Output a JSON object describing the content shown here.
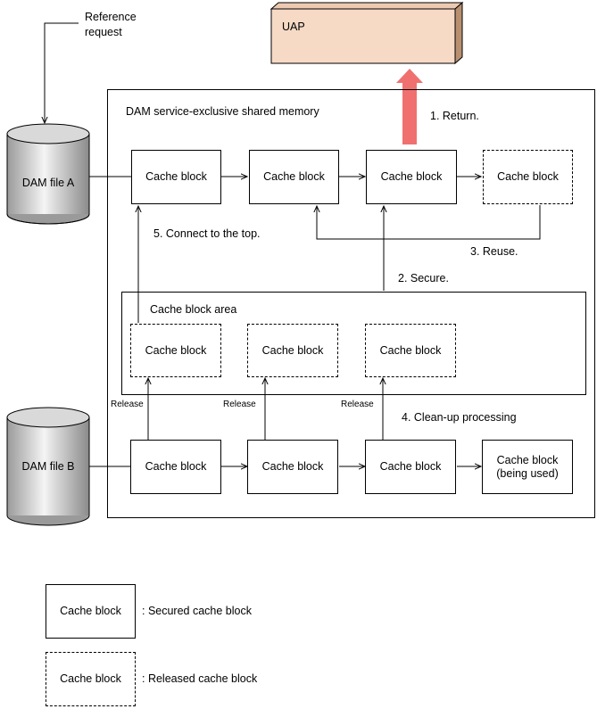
{
  "reference_request": [
    "Reference",
    "request"
  ],
  "uap_label": "UAP",
  "shared_memory_label": "DAM service-exclusive shared memory",
  "dam_file_a": "DAM file A",
  "dam_file_b": "DAM file B",
  "cache_block_area_label": "Cache block area",
  "row_a": {
    "blocks": [
      "Cache block",
      "Cache block",
      "Cache block",
      "Cache block"
    ],
    "styles": [
      "secured",
      "secured",
      "secured",
      "released"
    ]
  },
  "area_row": {
    "blocks": [
      "Cache block",
      "Cache block",
      "Cache block"
    ],
    "styles": [
      "released",
      "released",
      "released"
    ]
  },
  "row_b": {
    "blocks": [
      "Cache block",
      "Cache block",
      "Cache block",
      "Cache block (being used)"
    ],
    "styles": [
      "secured",
      "secured",
      "secured",
      "secured"
    ]
  },
  "steps": {
    "return": "1. Return.",
    "secure": "2. Secure.",
    "reuse": "3. Reuse.",
    "cleanup": "4. Clean-up processing",
    "connect": "5. Connect to the top."
  },
  "release_labels": [
    "Release",
    "Release",
    "Release"
  ],
  "legend": [
    {
      "box": "Cache block",
      "style": "secured",
      "meaning": ": Secured cache block"
    },
    {
      "box": "Cache block",
      "style": "released",
      "meaning": ": Released cache block"
    }
  ],
  "colors": {
    "uap_fill": "#f6dac6",
    "uap_side": "#c9a088",
    "return_arrow": "#f07070",
    "cylinder_light": "#f2f2f2",
    "cylinder_dark": "#8a8a8a"
  }
}
